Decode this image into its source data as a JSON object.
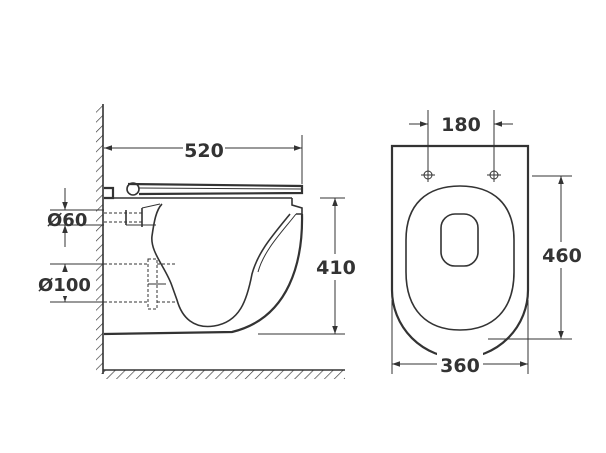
{
  "side_view": {
    "dim_length": "520",
    "dim_height": "410",
    "dim_flush_pipe": "Ø60",
    "dim_waste_pipe": "Ø100"
  },
  "top_view": {
    "dim_bolt_spacing": "180",
    "dim_depth": "460",
    "dim_width": "360"
  },
  "colors": {
    "line": "#333333",
    "background": "#ffffff"
  }
}
